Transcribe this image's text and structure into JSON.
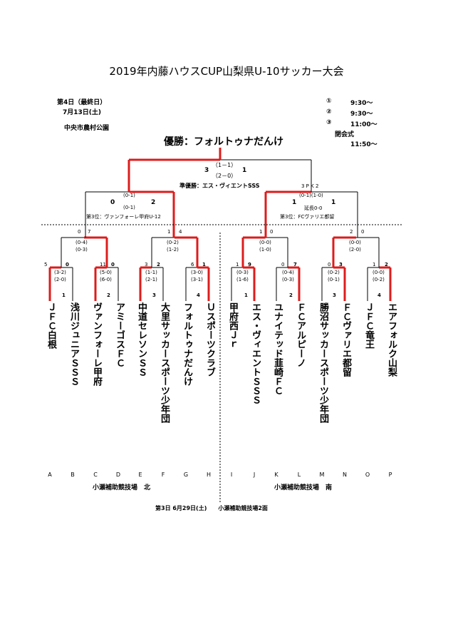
{
  "title": "2019年内藤ハウスCUP山梨県U-10サッカー大会",
  "info": {
    "day": "第4日（最終日）",
    "date": "7月13日(土)",
    "venue": "中央市農村公園"
  },
  "schedule": [
    {
      "num": "①",
      "time": "9:30〜"
    },
    {
      "num": "②",
      "time": "9:30〜"
    },
    {
      "num": "③",
      "time": "11:00〜"
    }
  ],
  "closing": {
    "label": "閉会式",
    "time": "11:50〜"
  },
  "champion": "優勝：フォルトゥナだんけ",
  "final": {
    "left": "3",
    "right": "1",
    "half1": "（1－1）",
    "half2": "（2－0）",
    "runner_up": "準優勝：エス・ヴィエントSSS"
  },
  "semis": {
    "left": {
      "score_l": "0",
      "score_r": "2",
      "h1": "(0-1)",
      "h2": "(0-1)",
      "third": "第3位：ヴァンフォーレ甲府U-12"
    },
    "right": {
      "score_l": "1",
      "score_r": "1",
      "top": "3 P K 2",
      "h": "(0-1)(1-0)",
      "et": "延長0-0",
      "third": "第3位：FCヴァリエ都留"
    }
  },
  "qf": [
    {
      "l": "0",
      "r": "7",
      "h1": "(0-4)",
      "h2": "(0-3)"
    },
    {
      "l": "1",
      "r": "4",
      "h1": "(0-2)",
      "h2": "(1-2)"
    },
    {
      "l": "1",
      "r": "0",
      "h1": "(0-0)",
      "h2": "(1-0)"
    },
    {
      "l": "2",
      "r": "0",
      "h1": "(0-0)",
      "h2": "(2-0)"
    }
  ],
  "r1": [
    {
      "l": "5",
      "r": "0",
      "h1": "(3-2)",
      "h2": "(2-0)",
      "no": "1"
    },
    {
      "l": "11",
      "r": "0",
      "h1": "(5-0)",
      "h2": "(6-0)",
      "no": "2"
    },
    {
      "l": "3",
      "r": "2",
      "h1": "(1-1)",
      "h2": "(2-1)",
      "no": "3"
    },
    {
      "l": "6",
      "r": "1",
      "h1": "(3-0)",
      "h2": "(3-1)",
      "no": "4"
    },
    {
      "l": "1",
      "r": "9",
      "h1": "(0-3)",
      "h2": "(1-6)",
      "no": "1"
    },
    {
      "l": "0",
      "r": "7",
      "h1": "(0-4)",
      "h2": "(0-3)",
      "no": "2"
    },
    {
      "l": "0",
      "r": "3",
      "h1": "(0-2)",
      "h2": "(0-1)",
      "no": "3"
    },
    {
      "l": "1",
      "r": "2",
      "h1": "(0-0)",
      "h2": "(0-2)",
      "no": "4"
    }
  ],
  "teams": [
    "ＪＦＣ白根",
    "浅川ジュニアＳＳＳ",
    "ヴァンフォーレ甲府",
    "アミーゴスＦＣ",
    "中道セレソンＳＳ",
    "大里サッカースポーツ少年団",
    "フォルトゥナだんけ",
    "Ｕスポーツクラブ",
    "甲府西Ｊｒ",
    "エス・ヴィエントＳＳＳ",
    "ユナイテッド韮崎ＦＣ",
    "ＦＣアルピーノ",
    "勝沼サッカースポーツ少年団",
    "ＦＣヴァリエ都留",
    "ＪＦＣ竜王",
    "エアフォルク山梨"
  ],
  "letters": [
    "A",
    "B",
    "C",
    "D",
    "E",
    "F",
    "G",
    "H",
    "I",
    "J",
    "K",
    "L",
    "M",
    "N",
    "O",
    "P"
  ],
  "fields": {
    "north": "小瀬補助競技場　北",
    "south": "小瀬補助競技場　南"
  },
  "footer": "第3日 6月29日(土)　　小瀬補助競技場2面",
  "colors": {
    "winner": "#dd1c1c",
    "line": "#000000"
  }
}
